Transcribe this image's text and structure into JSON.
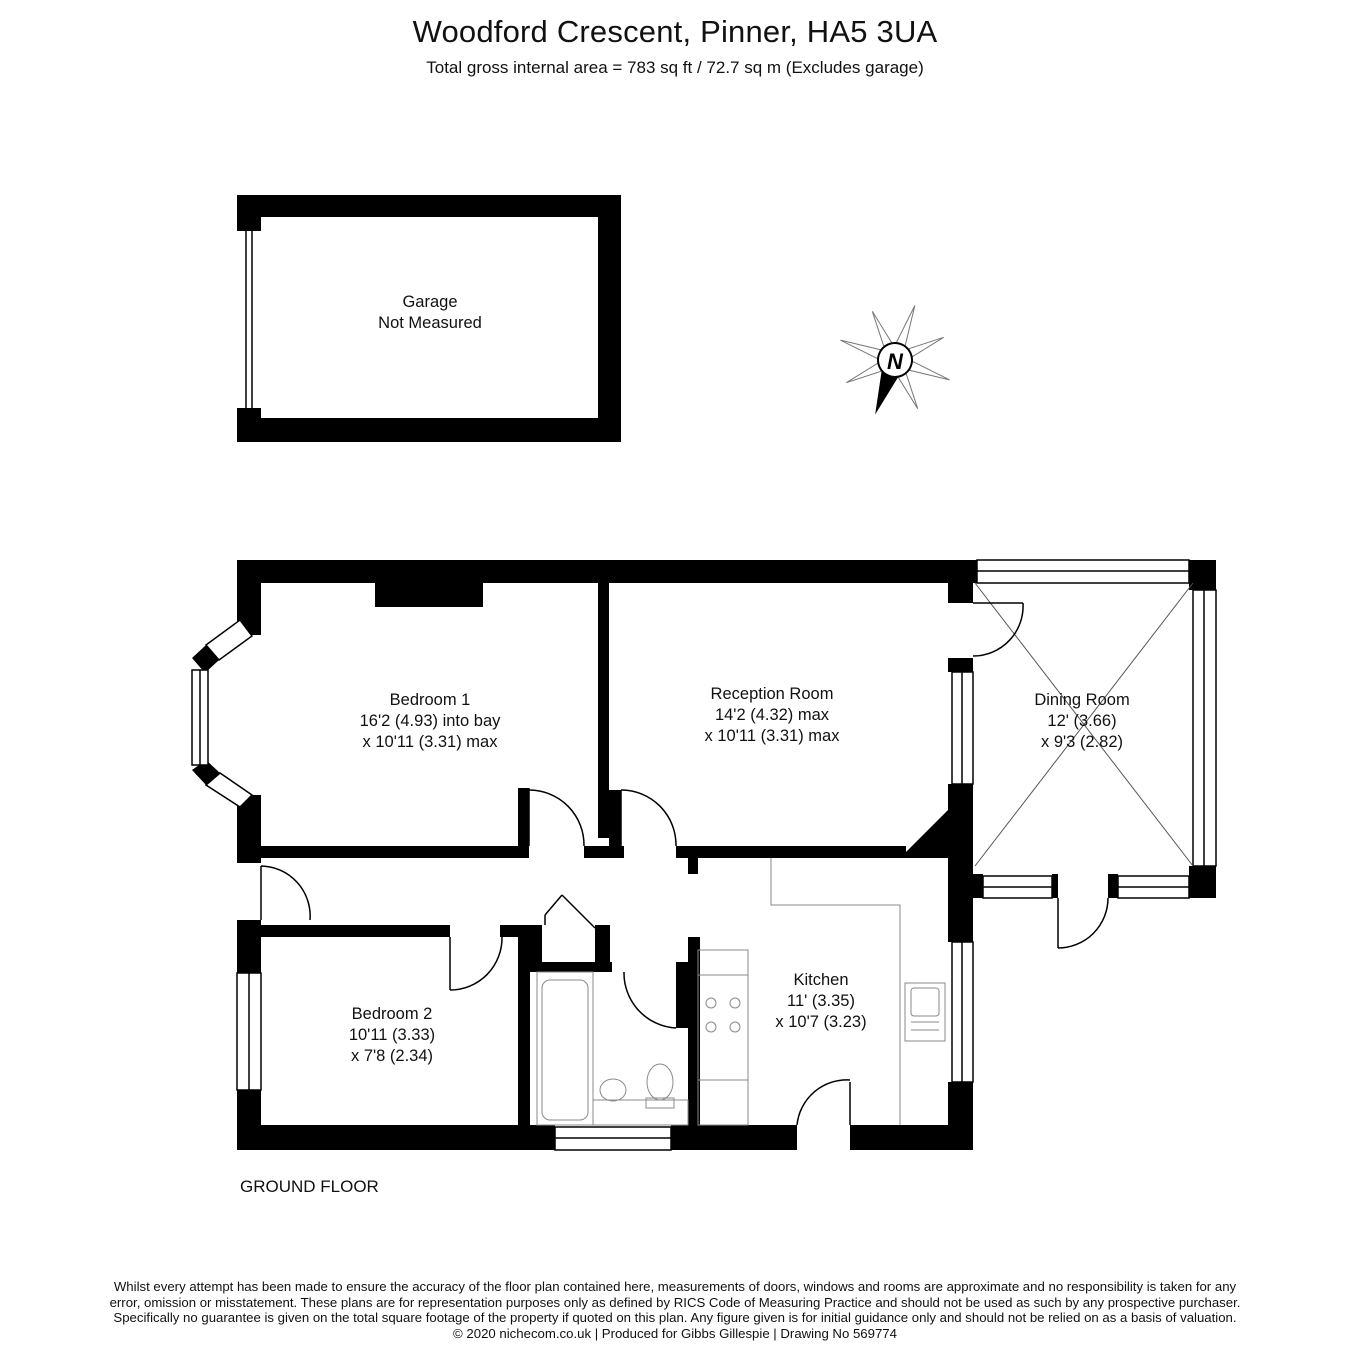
{
  "header": {
    "title": "Woodford Crescent, Pinner, HA5 3UA",
    "area": "Total gross internal area =  783 sq ft / 72.7 sq m (Excludes garage)"
  },
  "rooms": {
    "garage": {
      "name": "Garage",
      "note": "Not Measured"
    },
    "bedroom1": {
      "name": "Bedroom 1",
      "dim1": "16'2 (4.93) into bay",
      "dim2": "x 10'11 (3.31) max"
    },
    "reception": {
      "name": "Reception Room",
      "dim1": "14'2 (4.32) max",
      "dim2": "x 10'11 (3.31) max"
    },
    "dining": {
      "name": "Dining Room",
      "dim1": "12' (3.66)",
      "dim2": "x 9'3 (2.82)"
    },
    "kitchen": {
      "name": "Kitchen",
      "dim1": "11' (3.35)",
      "dim2": "x 10'7 (3.23)"
    },
    "bedroom2": {
      "name": "Bedroom 2",
      "dim1": "10'11 (3.33)",
      "dim2": "x 7'8 (2.34)"
    }
  },
  "floor_label": "GROUND FLOOR",
  "compass": {
    "letter": "N",
    "icon": "compass-north-icon"
  },
  "colors": {
    "wall": "#000000",
    "fixture": "#9a9a9a",
    "background": "#ffffff"
  },
  "footer": {
    "line1": "Whilst every attempt has been made to ensure the accuracy of the floor plan contained here, measurements of doors, windows and rooms are approximate and no responsibility is taken for any",
    "line2": "error, omission or misstatement. These plans are for representation purposes only as defined by RICS Code of Measuring Practice and should not be used as such by any prospective purchaser.",
    "line3": "Specifically no guarantee is given on the total square footage of the property if quoted on this plan. Any figure given is for initial guidance only and should not be relied on as a basis of valuation.",
    "line4": "© 2020 nichecom.co.uk  |  Produced for Gibbs Gillespie  |  Drawing No 569774"
  }
}
